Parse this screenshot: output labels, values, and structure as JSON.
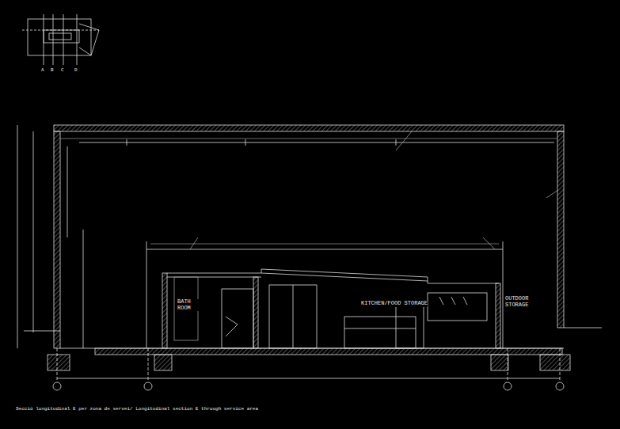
{
  "diagram": {
    "caption": "Secció longitudinal E per zona de servei/ Longitudinal section E through service area",
    "labels": [
      "A",
      "B",
      "C",
      "D",
      "BATH ROOM",
      "KITCHEN/FOOD STORAGE",
      "OUTDOOR STORAGE"
    ]
  }
}
